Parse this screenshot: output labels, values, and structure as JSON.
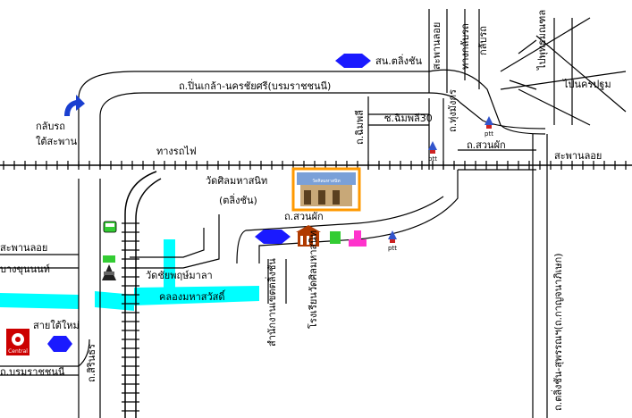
{
  "labels": {
    "sanam_chuan": "สน.ตลิ่งชัน",
    "saphan_loi_top": "สะพานลอย",
    "thang_klap_rot": "ทางกลับรถ",
    "pinklao_road": "ถ.ปิ่นเกล้า-นครชัยศรี(บรมราชชนนี)",
    "klap_rot": "กลับรถ",
    "tai_saphan": "ใต้สะพาน",
    "phutthamonthon": "ไปพุทธมณฑล",
    "nakhon_pathom": "ไปนครปฐม",
    "soi_chimphli": "ซ.ฉิมพลี30",
    "chimphli_road": "ถ.ฉิมพลี",
    "thung_mangkon": "ถ.ทุ่งมังกร",
    "suan_phak_road_right": "ถ.สวนผัก",
    "railway": "ทางรถไฟ",
    "saphan_loi_right": "สะพานลอย",
    "wat_sin": "วัดศิลมหาสนิท",
    "taling_chan": "(ตลิ่งชัน)",
    "suan_phak_road_mid": "ถ.สวนผัก",
    "saphan_loi_left": "สะพานลอย",
    "bang_khun_non": "บางขุนนนท์",
    "wat_chaiyaphruek": "วัดชัยพฤษ์มาลา",
    "khlong_maha_sawat": "คลองมหาสวัสดิ์",
    "district_office": "สำนักงานเขตตลิ่งชัน",
    "school": "โรงเรียนวัดศิลมหาสนิท",
    "sai_tai_mai": "สายใต้ใหม่",
    "boromratchachonnani": "ถ.บรมราชชนนี",
    "sirindhorn_road": "ถ.สิรินธร",
    "kanchanaphisek_road": "ถ.ตลิ่งชัน-สุพรรณฯ(ถ.กาญจนาภิเษก)",
    "central_logo": "Central",
    "ptt": "ptt",
    "sign_text": "วัดศิลมหาสนิท"
  },
  "icons": {
    "police_box": "blue-hexagon-icon",
    "u_turn": "u-turn-arrow-icon",
    "gas_station": "ptt-gas-station-icon",
    "temple": "temple-icon",
    "central": "central-mall-icon",
    "bus": "bus-icon",
    "train": "train-icon"
  },
  "colors": {
    "road": "#000000",
    "canal": "#00ffff",
    "police": "#1a1aff",
    "highlight_border": "#ff9900",
    "temple": "#b03a00",
    "green_building": "#33cc33",
    "magenta_building": "#ff33cc",
    "central_red": "#cc0000",
    "bus_green": "#33cc33"
  }
}
